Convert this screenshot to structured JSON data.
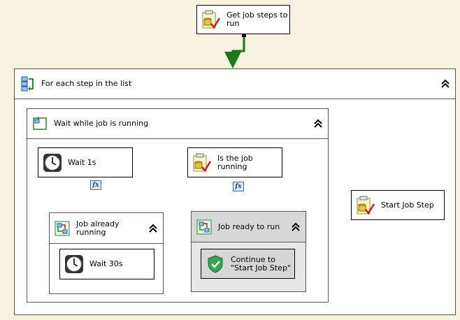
{
  "tasks": {
    "get_job_steps": {
      "label": "Get job steps to\nrun",
      "icon": "execute-sql-task-icon"
    },
    "wait_1s": {
      "label": "Wait 1s",
      "icon": "clock-icon"
    },
    "is_job_running": {
      "label": "Is the job\nrunning",
      "icon": "execute-sql-task-icon"
    },
    "wait_30s": {
      "label": "Wait 30s",
      "icon": "clock-icon"
    },
    "continue_to": {
      "label": "Continue to\n\"Start Job Step\"",
      "icon": "shield-check-icon"
    },
    "start_job_step": {
      "label": "Start Job Step",
      "icon": "execute-sql-task-icon"
    }
  },
  "containers": {
    "foreach": {
      "label": "For each step in the list",
      "icon": "foreach-loop-icon"
    },
    "while_running": {
      "label": "Wait while job is running",
      "icon": "for-loop-icon"
    },
    "job_already_running": {
      "label": "Job already\nrunning",
      "icon": "sequence-container-icon"
    },
    "job_ready": {
      "label": "Job ready to run",
      "icon": "sequence-container-icon"
    }
  },
  "expression_badge": "fx",
  "colors": {
    "success": "#1a7a1a",
    "expression": "#1c35c9",
    "canvas": "#f7f3df"
  }
}
